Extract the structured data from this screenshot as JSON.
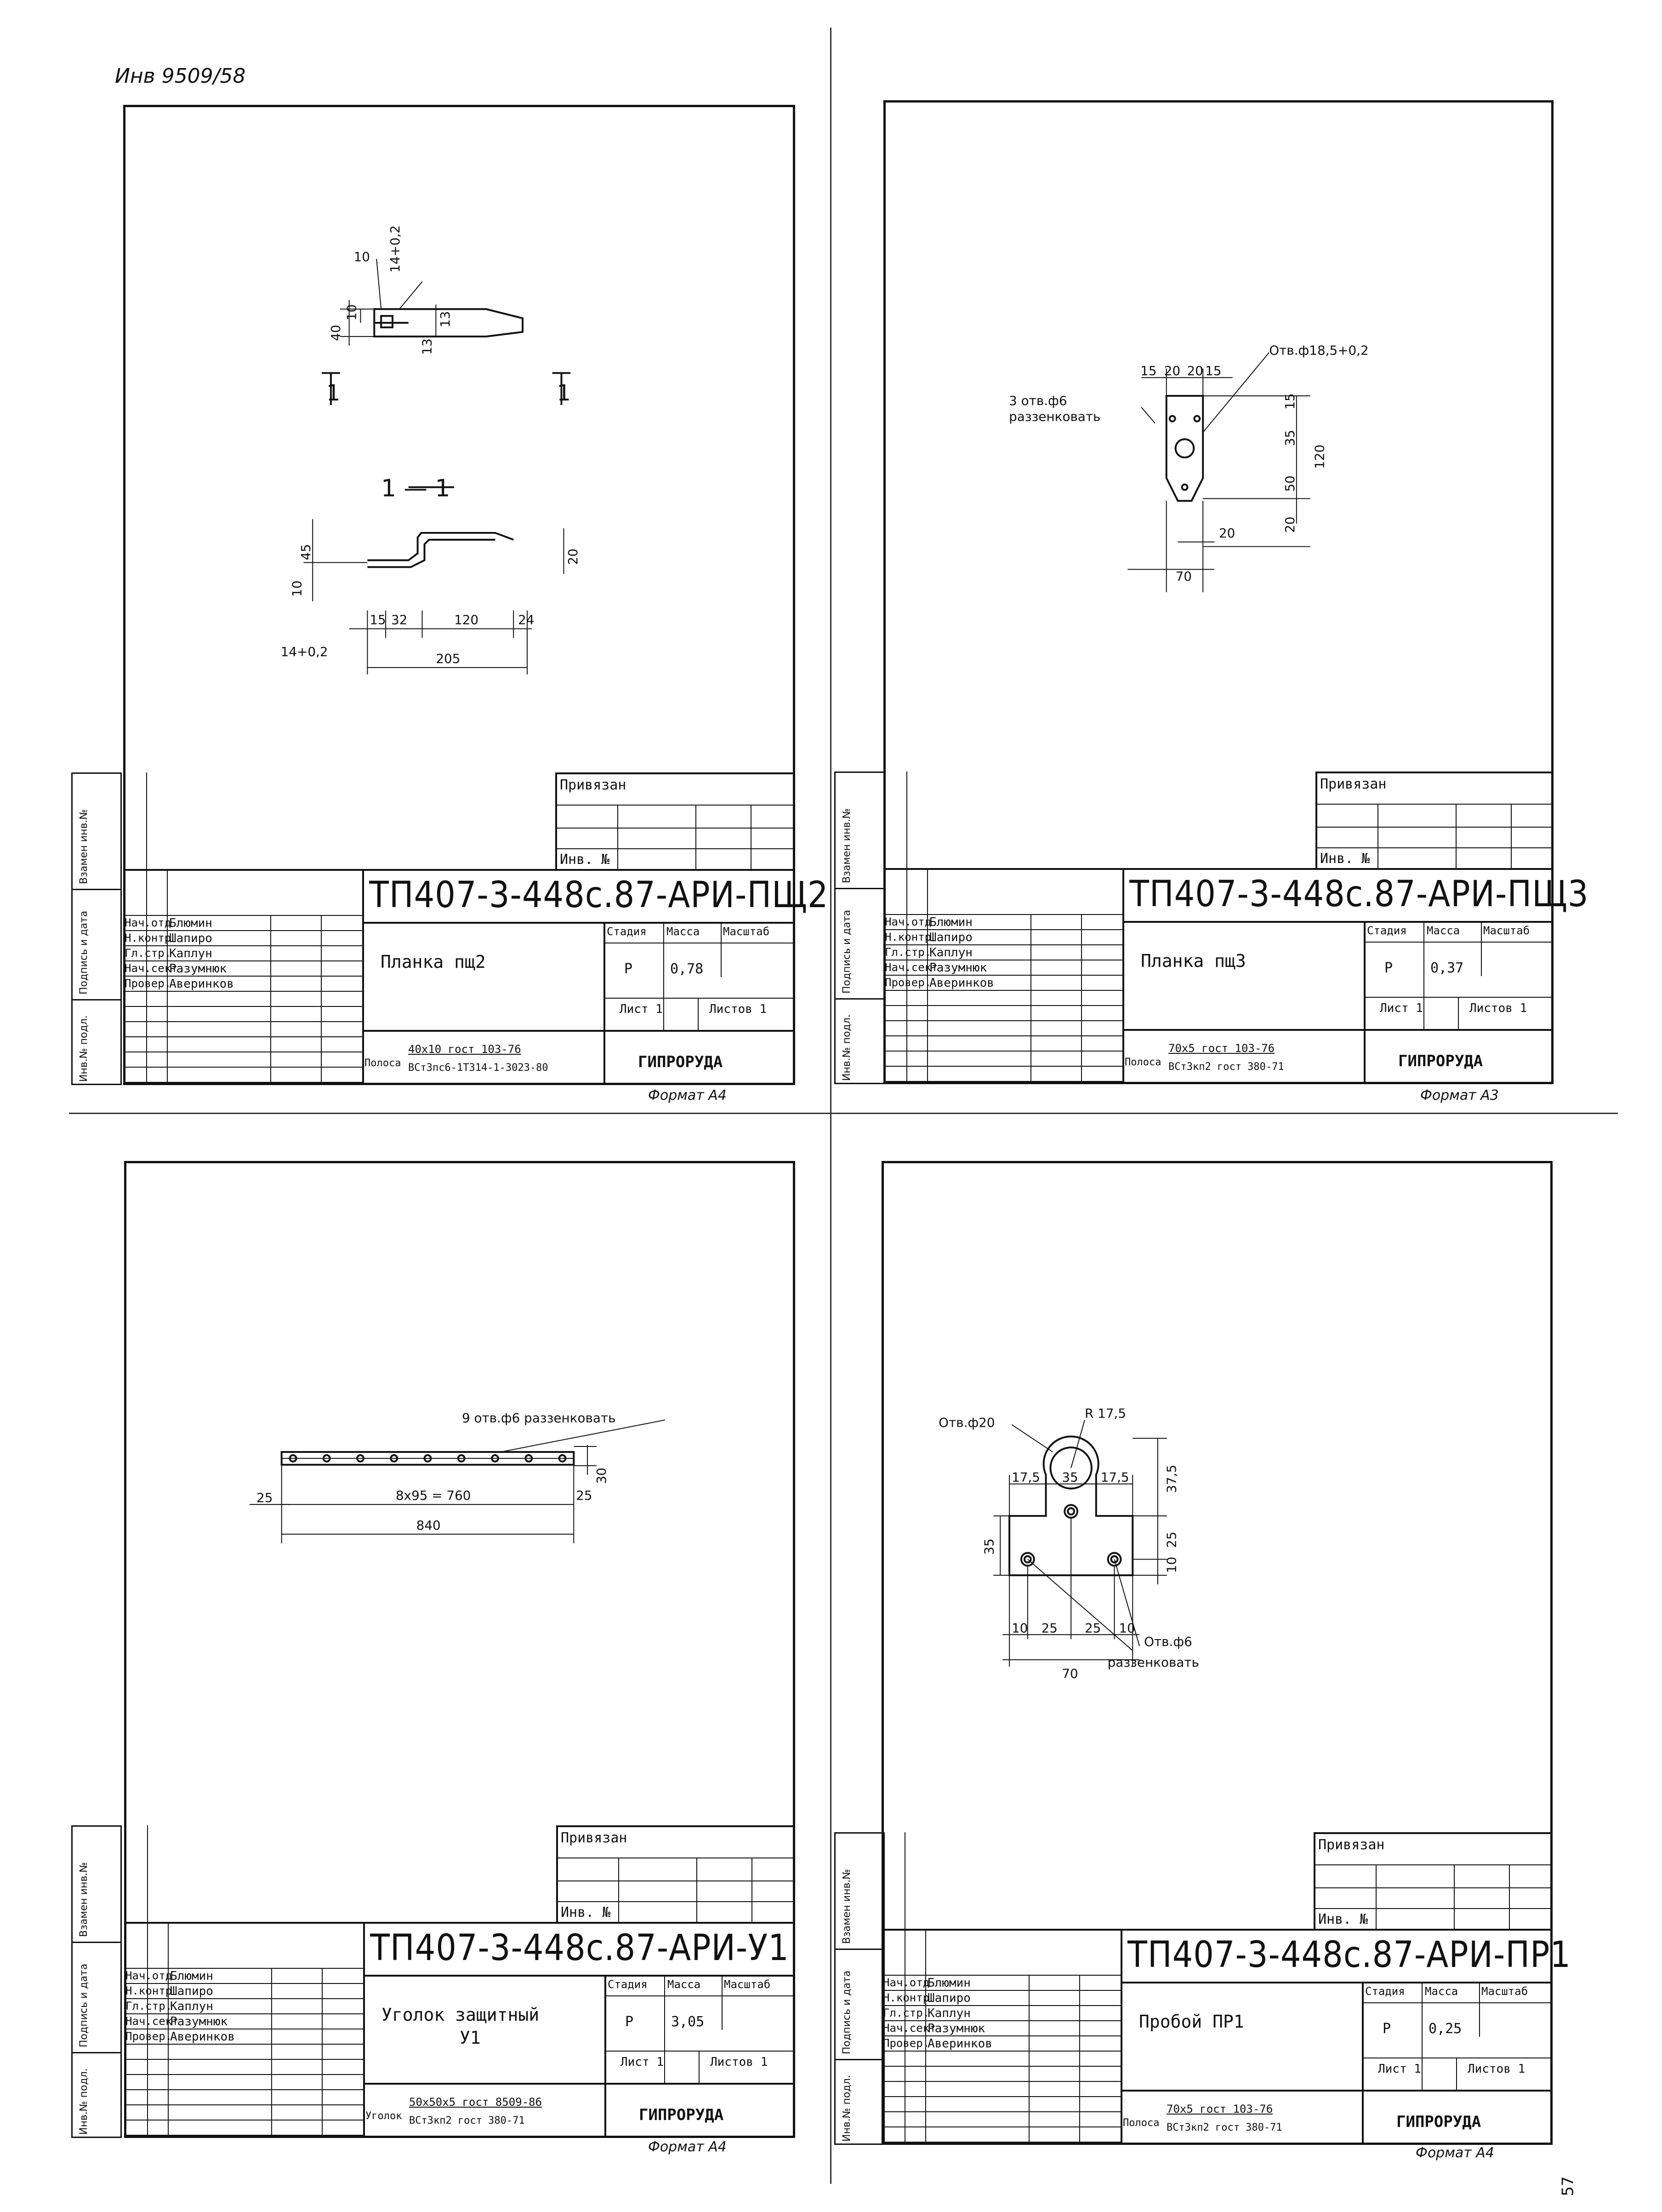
{
  "handnote": "Инв 9509/58",
  "page_number": "57",
  "common": {
    "privyazan": "Привязан",
    "inv_no": "Инв. №",
    "stadiya": "Стадия",
    "massa": "Масса",
    "masshtab": "Масштаб",
    "list": "Лист 1",
    "listov": "Листов 1",
    "org": "ГИПРОРУДА",
    "side_labels": [
      "Взамен инв.№",
      "Подпись и дата",
      "Инв.№ подл."
    ],
    "roles": [
      "Нач.отд",
      "Н.контр",
      "Гл.стр.",
      "Нач.сект",
      "Провер."
    ],
    "names": [
      "Блюмин",
      "Шапиро",
      "Каплун",
      "Разумнюк",
      "Авеpинков"
    ],
    "stage": "Р"
  },
  "sheets": [
    {
      "code": "ТП407-3-448с.87-АРИ-ПЩ2",
      "title_lines": [
        "Планка пщ2",
        ""
      ],
      "mass": "0,78",
      "material_prefix": "Полоса",
      "material_top": "40х10 гост 103-76",
      "material_bottom": "ВСт3пс6-1Т314-1-3023-80",
      "format": "Формат А4",
      "dims": [
        "10",
        "14+0,2",
        "40",
        "10",
        "13",
        "13",
        "1",
        "1",
        "1 — 1",
        "45",
        "10",
        "20",
        "15",
        "32",
        "120",
        "24",
        "14+0,2",
        "205"
      ]
    },
    {
      "code": "ТП407-3-448с.87-АРИ-ПЩ3",
      "title_lines": [
        "Планка пщ3",
        ""
      ],
      "mass": "0,37",
      "material_prefix": "Полоса",
      "material_top": "70х5 гост 103-76",
      "material_bottom": "ВСт3кп2 гост 380-71",
      "format": "Формат А3",
      "dims": [
        "15",
        "20",
        "20",
        "15",
        "Отв.ф18,5+0,2",
        "3 отв.ф6",
        "раззенковать",
        "15",
        "35",
        "50",
        "120",
        "20",
        "20",
        "70"
      ]
    },
    {
      "code": "ТП407-3-448с.87-АРИ-У1",
      "title_lines": [
        "Уголок защитный",
        "У1"
      ],
      "mass": "3,05",
      "material_prefix": "Уголок",
      "material_top": "50х50х5 гост 8509-86",
      "material_bottom": "ВСт3кп2 гост 380-71",
      "format": "Формат А4",
      "dims": [
        "9 отв.ф6 раззенковать",
        "25",
        "8х95 = 760",
        "25",
        "30",
        "840"
      ]
    },
    {
      "code": "ТП407-3-448с.87-АРИ-ПР1",
      "title_lines": [
        "Пробой ПР1",
        ""
      ],
      "mass": "0,25",
      "material_prefix": "Полоса",
      "material_top": "70х5 гост 103-76",
      "material_bottom": "ВСт3кп2 гост 380-71",
      "format": "Формат А4",
      "dims": [
        "R 17,5",
        "Отв.ф20",
        "17,5",
        "35",
        "17,5",
        "37,5",
        "35",
        "25",
        "10",
        "10",
        "25",
        "25",
        "10",
        "70",
        "Отв.ф6",
        "раззенковать"
      ]
    }
  ]
}
